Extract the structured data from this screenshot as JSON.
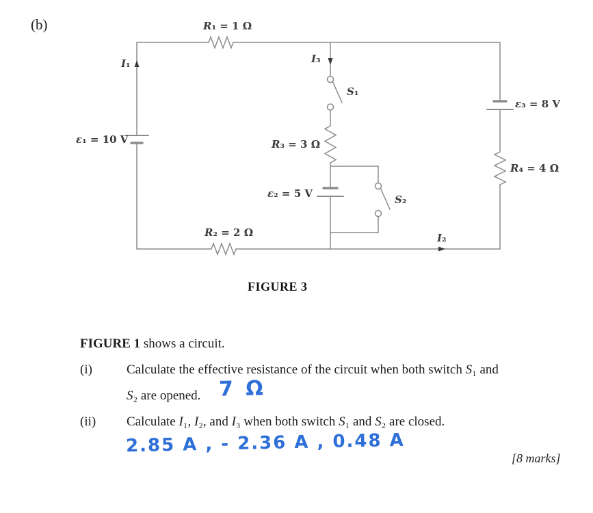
{
  "page": {
    "part_label": "(b)",
    "figure_caption": "FIGURE 3",
    "marks_label": "[8 marks]"
  },
  "colors": {
    "ink_blue": "#2e6fd8",
    "wire_gray": "#8b8b8b",
    "label_gray": "#3a3a3a"
  },
  "circuit": {
    "labels": {
      "r1_html": "<i>R</i>₁ = 1 Ω",
      "r2_html": "<i>R</i>₂ = 2 Ω",
      "r3_html": "<i>R</i>₃ = 3 Ω",
      "r4_html": "<i>R</i>₄ = 4 Ω",
      "e1_html": "<i>ε</i>₁ = 10 V",
      "e2_html": "<i>ε</i>₂ = 5 V",
      "e3_html": "<i>ε</i>₃ = 8 V",
      "s1_html": "<i>S</i>₁",
      "s2_html": "<i>S</i>₂",
      "i1_html": "<i>I</i>₁",
      "i2_html": "<i>I</i>₂",
      "i3_html": "<i>I</i>₃"
    },
    "components": {
      "resistors": [
        {
          "name": "R1",
          "value": "1 Ω"
        },
        {
          "name": "R2",
          "value": "2 Ω"
        },
        {
          "name": "R3",
          "value": "3 Ω"
        },
        {
          "name": "R4",
          "value": "4 Ω"
        }
      ],
      "emf_sources": [
        {
          "name": "ε1",
          "value": "10 V"
        },
        {
          "name": "ε2",
          "value": "5 V"
        },
        {
          "name": "ε3",
          "value": "8 V"
        }
      ],
      "switches": [
        {
          "name": "S1",
          "state": "open"
        },
        {
          "name": "S2",
          "state": "open"
        }
      ],
      "currents": [
        "I1",
        "I2",
        "I3"
      ]
    }
  },
  "questions": {
    "intro_html": "<b>FIGURE 1</b> shows a circuit.",
    "q1": {
      "numeral": "(i)",
      "line1_html": "Calculate the effective resistance of the circuit when both switch <i>S</i>₁ and",
      "line2_html": "<i>S</i>₂ are opened.",
      "answer_handwritten": "7 Ω"
    },
    "q2": {
      "numeral": "(ii)",
      "line1_html": "Calculate <i>I</i>₁, <i>I</i>₂, and <i>I</i>₃ when both switch <i>S</i>₁ and <i>S</i>₂ are closed.",
      "answer_handwritten": "2.85 A ,  - 2.36 A ,  0.48 A"
    }
  }
}
